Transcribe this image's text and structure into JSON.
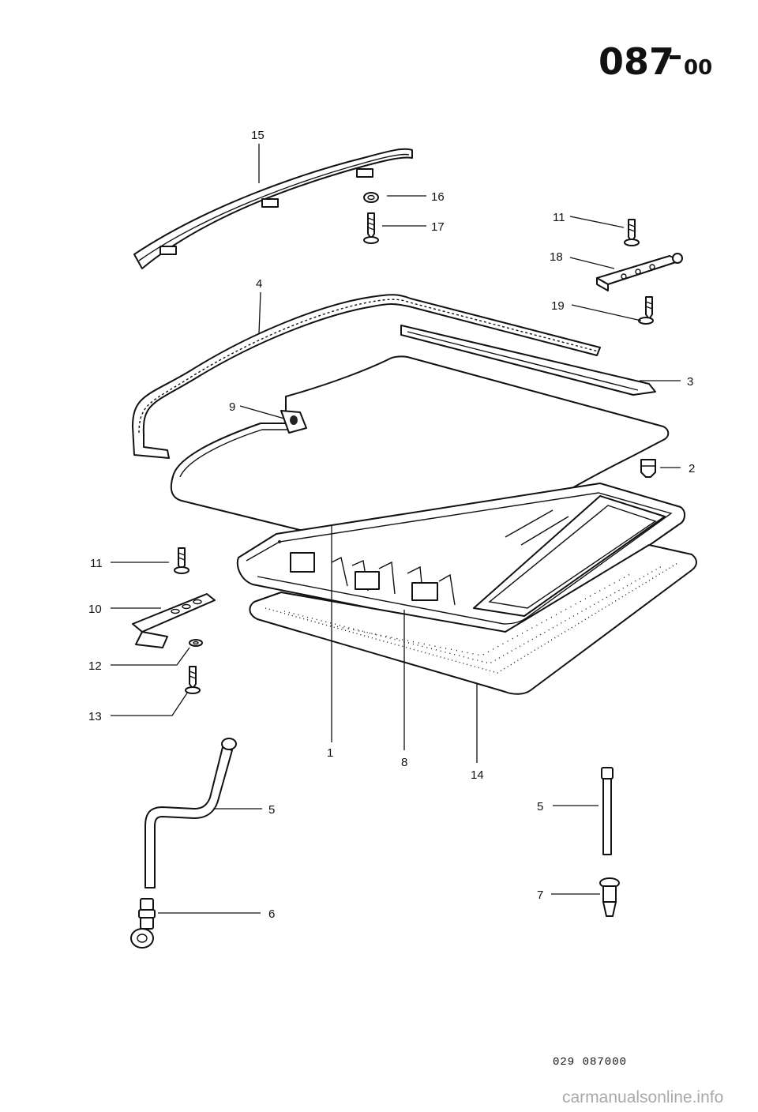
{
  "header": {
    "diagram_number": "087",
    "sub_number": "00"
  },
  "callouts": [
    {
      "id": "c15a",
      "label": "15"
    },
    {
      "id": "c16",
      "label": "16"
    },
    {
      "id": "c17",
      "label": "17"
    },
    {
      "id": "c11a",
      "label": "11"
    },
    {
      "id": "c18",
      "label": "18"
    },
    {
      "id": "c19",
      "label": "19"
    },
    {
      "id": "c4",
      "label": "4"
    },
    {
      "id": "c3",
      "label": "3"
    },
    {
      "id": "c9",
      "label": "9"
    },
    {
      "id": "c2",
      "label": "2"
    },
    {
      "id": "c11b",
      "label": "11"
    },
    {
      "id": "c10",
      "label": "10"
    },
    {
      "id": "c12",
      "label": "12"
    },
    {
      "id": "c13",
      "label": "13"
    },
    {
      "id": "c1",
      "label": "1"
    },
    {
      "id": "c8",
      "label": "8"
    },
    {
      "id": "c14",
      "label": "14"
    },
    {
      "id": "c5a",
      "label": "5"
    },
    {
      "id": "c5b",
      "label": "5"
    },
    {
      "id": "c6",
      "label": "6"
    },
    {
      "id": "c7",
      "label": "7"
    }
  ],
  "footer": {
    "reference_code": "029  087000"
  },
  "watermark": "carmanualsonline.info"
}
